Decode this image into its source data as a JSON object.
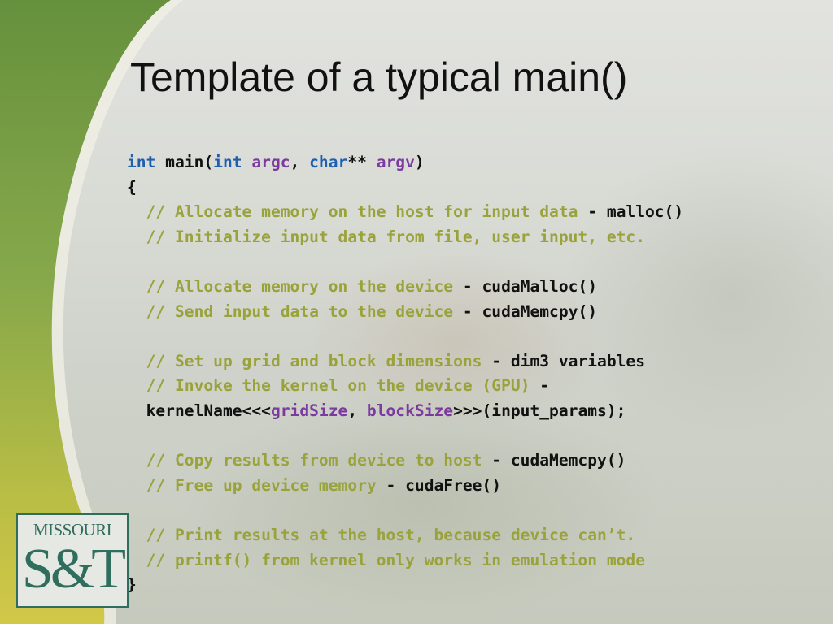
{
  "slide": {
    "title": "Template of a typical main()",
    "code_lines": [
      [
        {
          "t": "int",
          "c": "kw"
        },
        {
          "t": " main(",
          "c": ""
        },
        {
          "t": "int",
          "c": "kw"
        },
        {
          "t": " ",
          "c": ""
        },
        {
          "t": "argc",
          "c": "param"
        },
        {
          "t": ", ",
          "c": ""
        },
        {
          "t": "char",
          "c": "kw"
        },
        {
          "t": "** ",
          "c": ""
        },
        {
          "t": "argv",
          "c": "param"
        },
        {
          "t": ")",
          "c": ""
        }
      ],
      [
        {
          "t": "{",
          "c": ""
        }
      ],
      [
        {
          "t": "  // Allocate memory on the host for input data",
          "c": "cm"
        },
        {
          "t": " - malloc()",
          "c": ""
        }
      ],
      [
        {
          "t": "  // Initialize input data from file, user input, etc.",
          "c": "cm"
        }
      ],
      [],
      [
        {
          "t": "  // Allocate memory on the device",
          "c": "cm"
        },
        {
          "t": " - cudaMalloc()",
          "c": ""
        }
      ],
      [
        {
          "t": "  // Send input data to the device",
          "c": "cm"
        },
        {
          "t": " - cudaMemcpy()",
          "c": ""
        }
      ],
      [],
      [
        {
          "t": "  // Set up grid and block dimensions",
          "c": "cm"
        },
        {
          "t": " - dim3 variables",
          "c": ""
        }
      ],
      [
        {
          "t": "  // Invoke the kernel on the device (GPU)",
          "c": "cm"
        },
        {
          "t": " -",
          "c": ""
        }
      ],
      [
        {
          "t": "  kernelName<<<",
          "c": ""
        },
        {
          "t": "gridSize",
          "c": "param"
        },
        {
          "t": ", ",
          "c": ""
        },
        {
          "t": "blockSize",
          "c": "param"
        },
        {
          "t": ">>>(input_params);",
          "c": ""
        }
      ],
      [],
      [
        {
          "t": "  // Copy results from device to host",
          "c": "cm"
        },
        {
          "t": " - cudaMemcpy()",
          "c": ""
        }
      ],
      [
        {
          "t": "  // Free up device memory",
          "c": "cm"
        },
        {
          "t": " - cudaFree()",
          "c": ""
        }
      ],
      [],
      [
        {
          "t": "  // Print results at the host, because device can’t.",
          "c": "cm"
        }
      ],
      [
        {
          "t": "  // printf() from kernel only works in emulation mode",
          "c": "cm"
        }
      ],
      [
        {
          "t": "}",
          "c": ""
        }
      ]
    ],
    "logo": {
      "top_text": "MISSOURI",
      "bottom_text": "S&T"
    }
  },
  "colors": {
    "keyword": "#1f5fb0",
    "parameter": "#7a3a9e",
    "comment": "#9aa23a",
    "plain_code": "#111111",
    "logo_green": "#2f6d5c",
    "swoosh_green": "#6f9a3a",
    "swoosh_yellow": "#c9c43f"
  }
}
